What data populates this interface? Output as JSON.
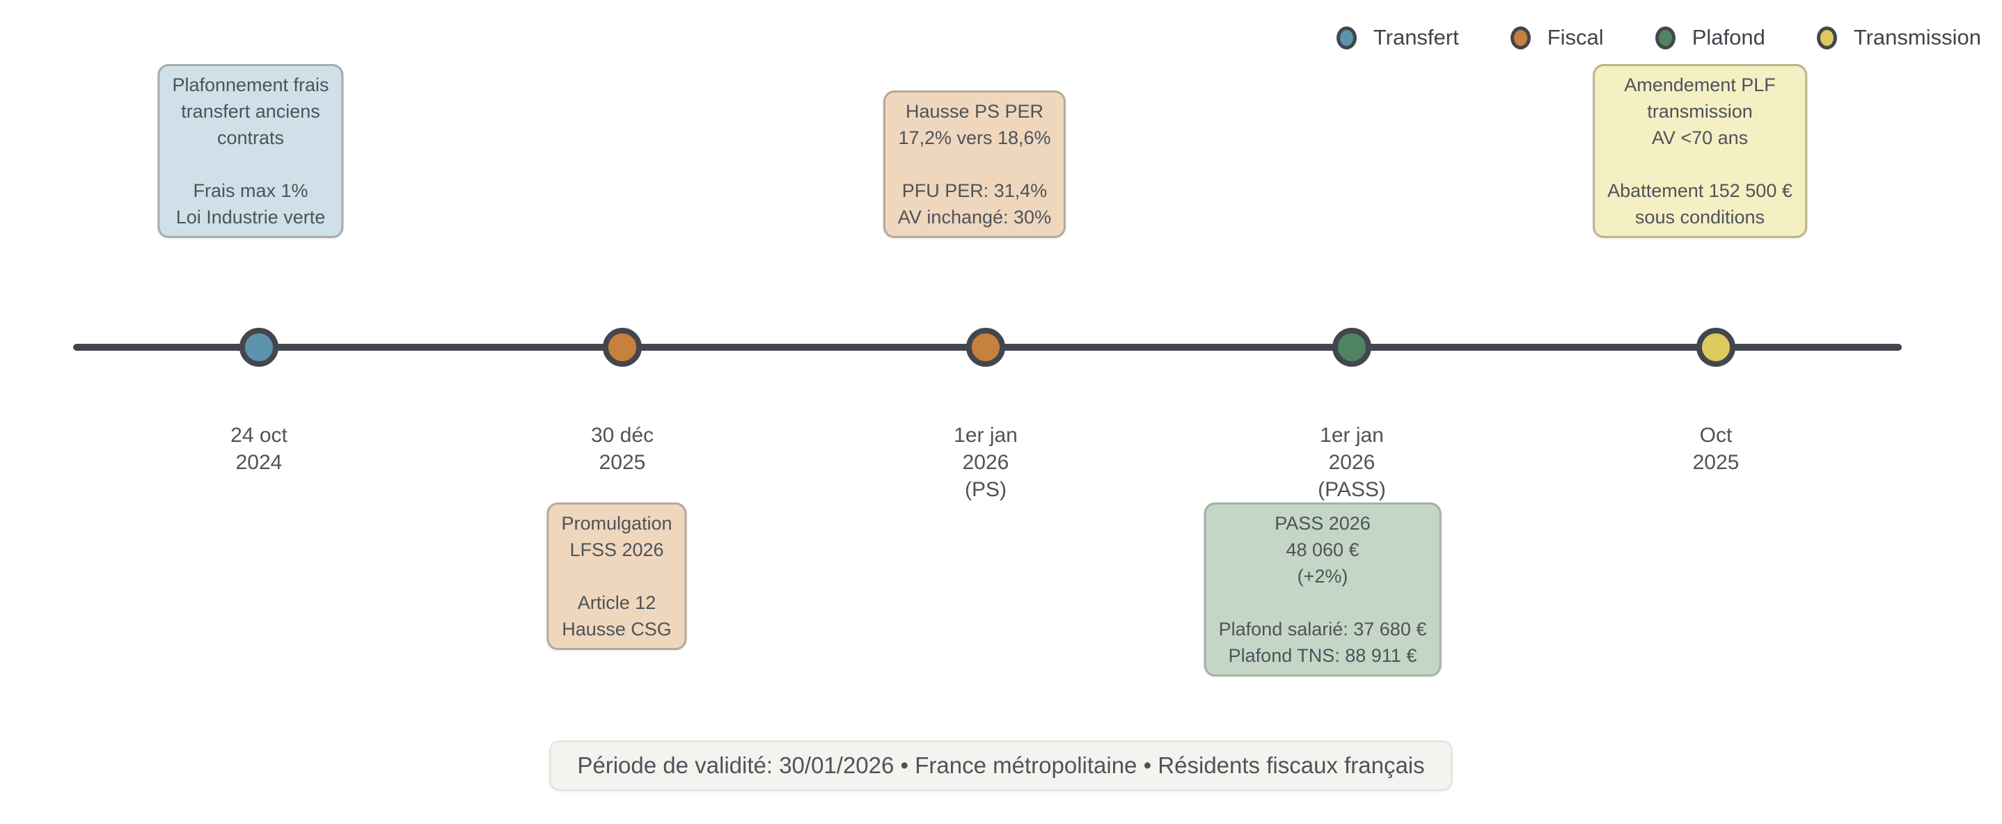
{
  "legend": {
    "items": [
      {
        "label": "Transfert",
        "color": "#5e93ae"
      },
      {
        "label": "Fiscal",
        "color": "#c8803e"
      },
      {
        "label": "Plafond",
        "color": "#4e8560"
      },
      {
        "label": "Transmission",
        "color": "#ddc960"
      }
    ]
  },
  "timeline": {
    "line_color": "#43474d",
    "events": [
      {
        "category": "Transfert",
        "dot_color": "#5e93ae",
        "date_lines": [
          "24 oct",
          "2024"
        ],
        "card": {
          "position": "above",
          "bg": "#cfe0e8",
          "border": "#a6acae",
          "lines": [
            "Plafonnement frais",
            "transfert anciens",
            "contrats",
            "",
            "Frais max 1%",
            "Loi Industrie verte"
          ]
        }
      },
      {
        "category": "Fiscal",
        "dot_color": "#c8803e",
        "date_lines": [
          "30 déc",
          "2025"
        ],
        "card": {
          "position": "below",
          "bg": "#efd7bd",
          "border": "#b6a999",
          "lines": [
            "Promulgation",
            "LFSS 2026",
            "",
            "Article 12",
            "Hausse CSG"
          ]
        }
      },
      {
        "category": "Fiscal",
        "dot_color": "#c8803e",
        "date_lines": [
          "1er jan",
          "2026",
          "(PS)"
        ],
        "card": {
          "position": "above",
          "bg": "#efd7bd",
          "border": "#b6a999",
          "lines": [
            "Hausse PS PER",
            "17,2% vers 18,6%",
            "",
            "PFU PER: 31,4%",
            "AV inchangé: 30%"
          ]
        }
      },
      {
        "category": "Plafond",
        "dot_color": "#4e8560",
        "date_lines": [
          "1er jan",
          "2026",
          "(PASS)"
        ],
        "card": {
          "position": "below",
          "bg": "#c5d6c7",
          "border": "#a2b3a4",
          "lines": [
            "PASS 2026",
            "48 060 €",
            "(+2%)",
            "",
            "Plafond salarié: 37 680 €",
            "Plafond TNS: 88 911 €"
          ]
        }
      },
      {
        "category": "Transmission",
        "dot_color": "#ddc960",
        "date_lines": [
          "Oct",
          "2025"
        ],
        "card": {
          "position": "above",
          "bg": "#f5efc4",
          "border": "#bab68e",
          "lines": [
            "Amendement PLF",
            "transmission",
            "AV <70 ans",
            "",
            "Abattement 152 500 €",
            "sous conditions"
          ]
        }
      }
    ]
  },
  "footer": {
    "text": "Période de validité: 30/01/2026 • France métropolitaine • Résidents fiscaux français"
  }
}
